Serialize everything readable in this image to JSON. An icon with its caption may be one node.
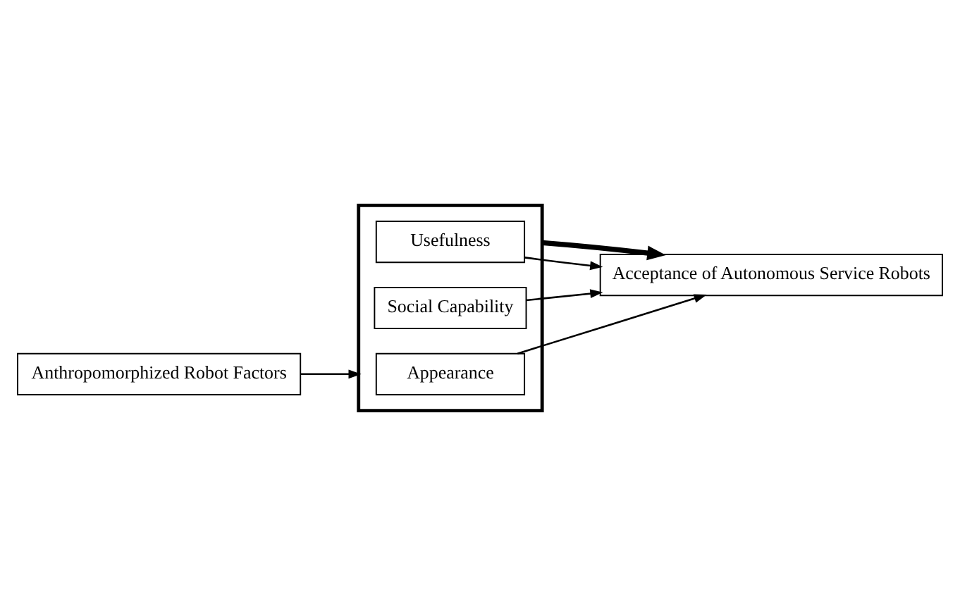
{
  "diagram": {
    "nodes": [
      {
        "text": [
          "Anthropomorphized Robot Factors"
        ]
      },
      {
        "text": [],
        "shape": "box"
      },
      {
        "text": [
          "Appearance"
        ],
        "in": 1
      },
      {
        "text": [
          "Social Capability"
        ],
        "in": 1
      },
      {
        "text": [
          "Usefulness"
        ],
        "in": 1
      },
      {
        "text": [
          "Acceptance of Autonomous Service Robots"
        ]
      }
    ],
    "edges": [
      {
        "from": 0,
        "to": 1,
        "arrow": "to"
      },
      {
        "from": 2,
        "to": 5,
        "arrow": "to"
      },
      {
        "from": 3,
        "to": 5,
        "arrow": "to"
      },
      {
        "from": 4,
        "to": 5,
        "arrow": "to"
      },
      {
        "from": 1,
        "to": 5,
        "arrow": "to",
        "style": "thick"
      }
    ]
  }
}
